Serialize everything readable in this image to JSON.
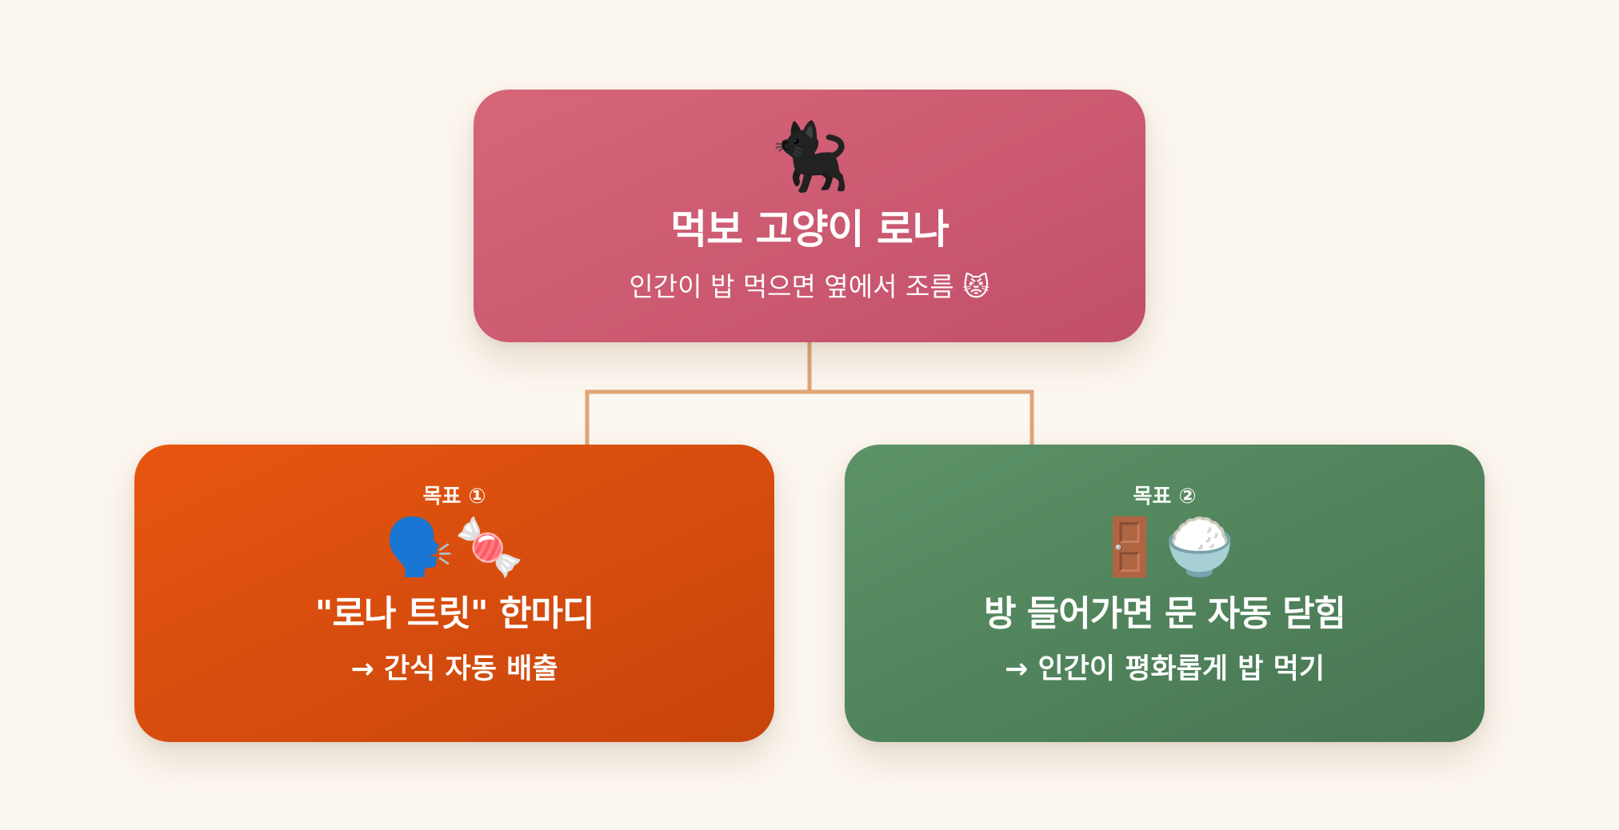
{
  "root": {
    "emoji": "🐈‍⬛",
    "title": "먹보 고양이 로나",
    "subtitle": "인간이 밥 먹으면 옆에서 조름 😾"
  },
  "goals": [
    {
      "label": "목표 ①",
      "emoji": "🗣️🍬",
      "title": "\"로나 트릿\" 한마디",
      "subtitle": "→ 간식 자동 배출"
    },
    {
      "label": "목표 ②",
      "emoji": "🚪🍚",
      "title": "방 들어가면 문 자동 닫힘",
      "subtitle": "→ 인간이 평화롭게 밥 먹기"
    }
  ],
  "colors": {
    "background": "#fcf7f0",
    "root": "#cf5d73",
    "goal1": "#dc4f0e",
    "goal2": "#52845c",
    "connector": "#e0a578"
  }
}
